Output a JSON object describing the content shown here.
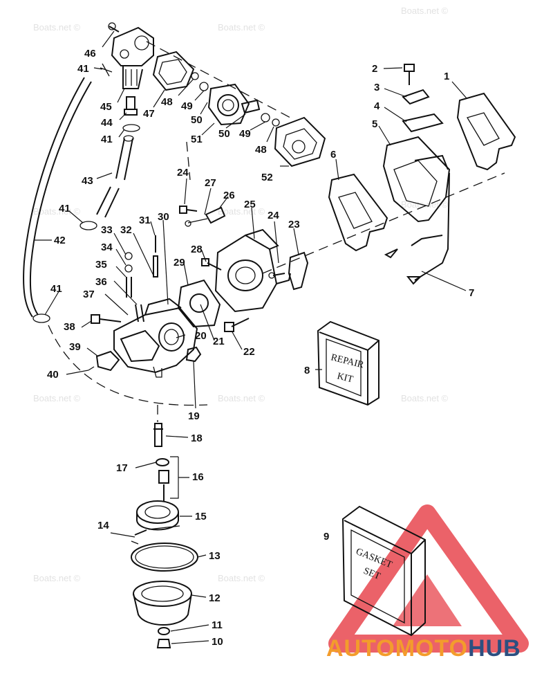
{
  "watermark": "Boats.net ©",
  "callouts": [
    {
      "id": "c46",
      "text": "46"
    },
    {
      "id": "c41a",
      "text": "41"
    },
    {
      "id": "c45",
      "text": "45"
    },
    {
      "id": "c44",
      "text": "44"
    },
    {
      "id": "c41b",
      "text": "41"
    },
    {
      "id": "c47",
      "text": "47"
    },
    {
      "id": "c48a",
      "text": "48"
    },
    {
      "id": "c49a",
      "text": "49"
    },
    {
      "id": "c50a",
      "text": "50"
    },
    {
      "id": "c51",
      "text": "51"
    },
    {
      "id": "c50b",
      "text": "50"
    },
    {
      "id": "c49b",
      "text": "49"
    },
    {
      "id": "c48b",
      "text": "48"
    },
    {
      "id": "c52",
      "text": "52"
    },
    {
      "id": "c43",
      "text": "43"
    },
    {
      "id": "c41c",
      "text": "41"
    },
    {
      "id": "c42",
      "text": "42"
    },
    {
      "id": "c41d",
      "text": "41"
    },
    {
      "id": "c2",
      "text": "2"
    },
    {
      "id": "c1",
      "text": "1"
    },
    {
      "id": "c3",
      "text": "3"
    },
    {
      "id": "c4",
      "text": "4"
    },
    {
      "id": "c5",
      "text": "5"
    },
    {
      "id": "c6",
      "text": "6"
    },
    {
      "id": "c7",
      "text": "7"
    },
    {
      "id": "c24a",
      "text": "24"
    },
    {
      "id": "c27",
      "text": "27"
    },
    {
      "id": "c26",
      "text": "26"
    },
    {
      "id": "c25",
      "text": "25"
    },
    {
      "id": "c24b",
      "text": "24"
    },
    {
      "id": "c23",
      "text": "23"
    },
    {
      "id": "c31",
      "text": "31"
    },
    {
      "id": "c30",
      "text": "30"
    },
    {
      "id": "c33",
      "text": "33"
    },
    {
      "id": "c32",
      "text": "32"
    },
    {
      "id": "c34",
      "text": "34"
    },
    {
      "id": "c35",
      "text": "35"
    },
    {
      "id": "c36",
      "text": "36"
    },
    {
      "id": "c37",
      "text": "37"
    },
    {
      "id": "c28",
      "text": "28"
    },
    {
      "id": "c29",
      "text": "29"
    },
    {
      "id": "c38",
      "text": "38"
    },
    {
      "id": "c20",
      "text": "20"
    },
    {
      "id": "c21",
      "text": "21"
    },
    {
      "id": "c22",
      "text": "22"
    },
    {
      "id": "c39",
      "text": "39"
    },
    {
      "id": "c40",
      "text": "40"
    },
    {
      "id": "c19",
      "text": "19"
    },
    {
      "id": "c8",
      "text": "8"
    },
    {
      "id": "c18",
      "text": "18"
    },
    {
      "id": "c17",
      "text": "17"
    },
    {
      "id": "c16",
      "text": "16"
    },
    {
      "id": "c15",
      "text": "15"
    },
    {
      "id": "c14",
      "text": "14"
    },
    {
      "id": "c13",
      "text": "13"
    },
    {
      "id": "c12",
      "text": "12"
    },
    {
      "id": "c11",
      "text": "11"
    },
    {
      "id": "c10",
      "text": "10"
    },
    {
      "id": "c9",
      "text": "9"
    }
  ],
  "repair_kit": {
    "line1": "REPAIR",
    "line2": "KIT"
  },
  "gasket_set": {
    "line1": "GASKET",
    "line2": "SET"
  },
  "brand": {
    "part1": "AUTOMOTO",
    "part2": "HUB",
    "color_accent": "#f39c2c",
    "color_dark": "#2c4f80",
    "triangle_color": "#e8474f"
  }
}
